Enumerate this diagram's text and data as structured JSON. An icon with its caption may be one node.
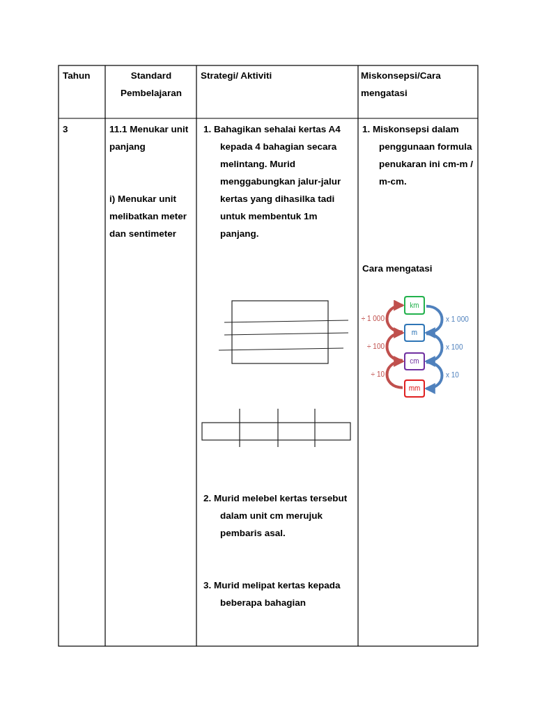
{
  "diagram": {
    "nodes": [
      {
        "text": [
          "km"
        ]
      },
      {
        "text": [
          "m"
        ]
      },
      {
        "text": [
          "cm"
        ]
      },
      {
        "text": [
          "mm"
        ]
      }
    ],
    "edges": [
      {
        "from": 1,
        "to": 0,
        "arrow": "to",
        "label": "÷ 1 000",
        "color": "#c0504d"
      },
      {
        "from": 0,
        "to": 1,
        "arrow": "to",
        "label": "x 1 000",
        "color": "#4f81bd"
      },
      {
        "from": 2,
        "to": 1,
        "arrow": "to",
        "label": "÷ 100",
        "color": "#c0504d"
      },
      {
        "from": 1,
        "to": 2,
        "arrow": "to",
        "label": "x 100",
        "color": "#4f81bd"
      },
      {
        "from": 3,
        "to": 2,
        "arrow": "to",
        "label": "÷ 10",
        "color": "#c0504d"
      },
      {
        "from": 2,
        "to": 3,
        "arrow": "to",
        "label": "x 10",
        "color": "#4f81bd"
      }
    ],
    "labels": [
      "Tahun",
      "Standard Pembelajaran",
      "Strategi/ Aktiviti",
      "Miskonsepsi/Cara mengatasi",
      "3",
      "11.1 Menukar unit panjang",
      "i) Menukar unit melibatkan meter dan sentimeter",
      "1. Bahagikan sehalai kertas A4 kepada 4 bahagian secara melintang. Murid menggabungkan jalur-jalur kertas yang dihasilka tadi untuk membentuk 1m panjang.",
      "2. Murid melebel kertas tersebut dalam unit cm merujuk pembaris asal.",
      "3. Murid melipat kertas kepada beberapa bahagian",
      "1. Miskonsepsi dalam penggunaan formula penukaran ini cm-m / m-cm.",
      "Cara mengatasi"
    ]
  }
}
